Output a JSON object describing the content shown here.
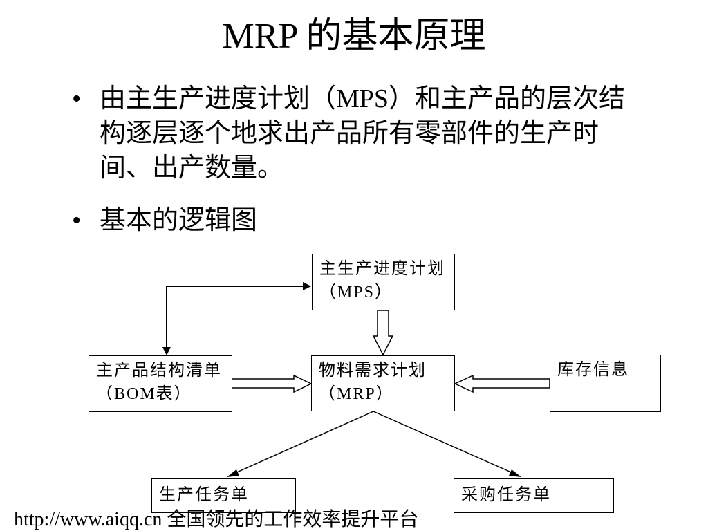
{
  "slide": {
    "title": "MRP 的基本原理",
    "bullets": [
      {
        "symbol": "•",
        "text": "由主生产进度计划（MPS）和主产品的层次结构逐层逐个地求出产品所有零部件的生产时间、出产数量。"
      },
      {
        "symbol": "•",
        "text": "基本的逻辑图"
      }
    ]
  },
  "diagram": {
    "mps": "主生产进度计划（MPS）",
    "mrp": "物料需求计划（MRP）",
    "bom": "主产品结构清单（BOM表）",
    "inventory": "库存信息",
    "production_order": "生产任务单",
    "purchase_order": "采购任务单"
  },
  "footer": "http://www.aiqq.cn 全国领先的工作效率提升平台"
}
